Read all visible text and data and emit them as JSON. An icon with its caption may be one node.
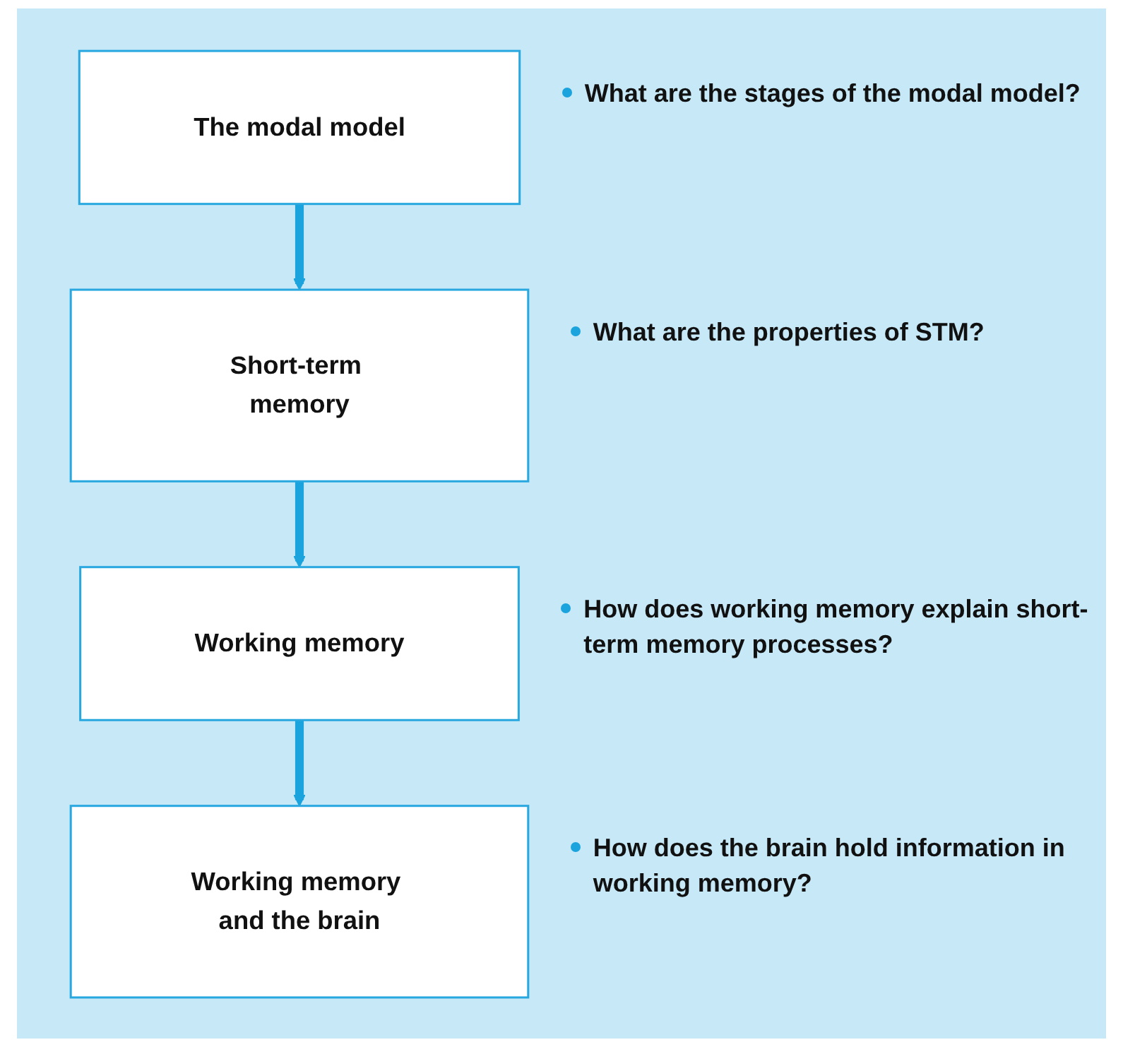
{
  "diagram": {
    "nodes": [
      {
        "text": [
          "The modal model"
        ],
        "beside": [
          "What are the stages of the modal model?"
        ]
      },
      {
        "text": [
          "Short-term memory"
        ],
        "beside": [
          "What are the properties of STM?"
        ]
      },
      {
        "text": [
          "Working memory"
        ],
        "beside": [
          "How does working memory explain short-term memory processes?"
        ]
      },
      {
        "text": [
          "Working memory and the brain"
        ],
        "beside": [
          "How does the brain hold information in working memory?"
        ]
      }
    ],
    "edges": [
      {
        "from": 0,
        "to": 1,
        "arrow": "to"
      },
      {
        "from": 1,
        "to": 2,
        "arrow": "to"
      },
      {
        "from": 2,
        "to": 3,
        "arrow": "to"
      }
    ]
  }
}
